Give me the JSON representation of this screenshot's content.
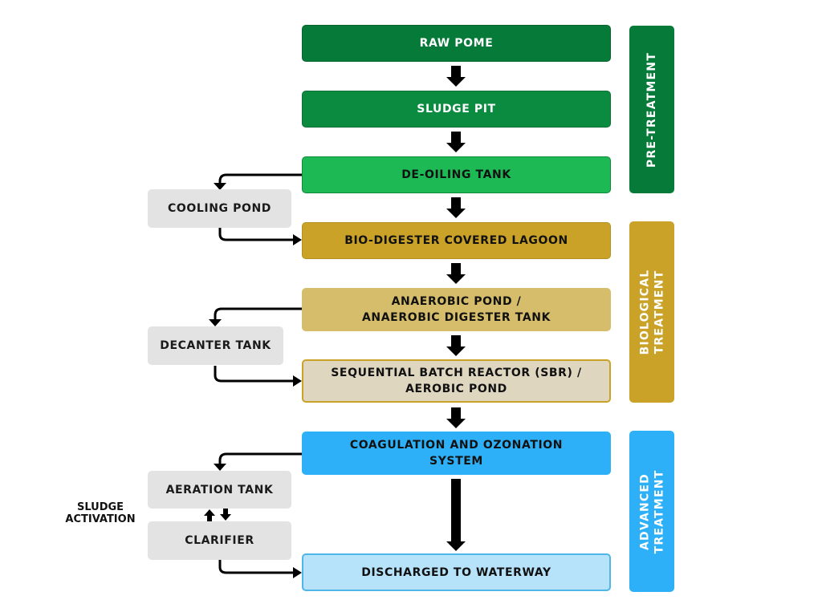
{
  "colors": {
    "pre_dark": "#067a38",
    "pre_mid": "#0b8b3f",
    "pre_light": "#1db954",
    "bio_dark": "#c9a227",
    "bio_mid": "#d6bd6b",
    "bio_light": "#dfd6bf",
    "adv_dark": "#2db0f7",
    "adv_light": "#b6e3fa",
    "side_gray": "#e3e3e3"
  },
  "main_steps": [
    {
      "label": "RAW POME"
    },
    {
      "label": "SLUDGE PIT"
    },
    {
      "label": "DE-OILING TANK"
    },
    {
      "label": "BIO-DIGESTER COVERED LAGOON"
    },
    {
      "label": "ANAEROBIC POND /\nANAEROBIC DIGESTER TANK"
    },
    {
      "label": "SEQUENTIAL BATCH REACTOR (SBR) /\nAEROBIC POND"
    },
    {
      "label": "COAGULATION AND OZONATION\nSYSTEM"
    },
    {
      "label": "DISCHARGED TO WATERWAY"
    }
  ],
  "side_steps": [
    {
      "label": "COOLING POND"
    },
    {
      "label": "DECANTER TANK"
    },
    {
      "label": "AERATION TANK"
    },
    {
      "label": "CLARIFIER"
    }
  ],
  "side_note": "SLUDGE\nACTIVATION",
  "phases": [
    {
      "label": "PRE-TREATMENT"
    },
    {
      "label": "BIOLOGICAL\nTREATMENT"
    },
    {
      "label": "ADVANCED\nTREATMENT"
    }
  ]
}
